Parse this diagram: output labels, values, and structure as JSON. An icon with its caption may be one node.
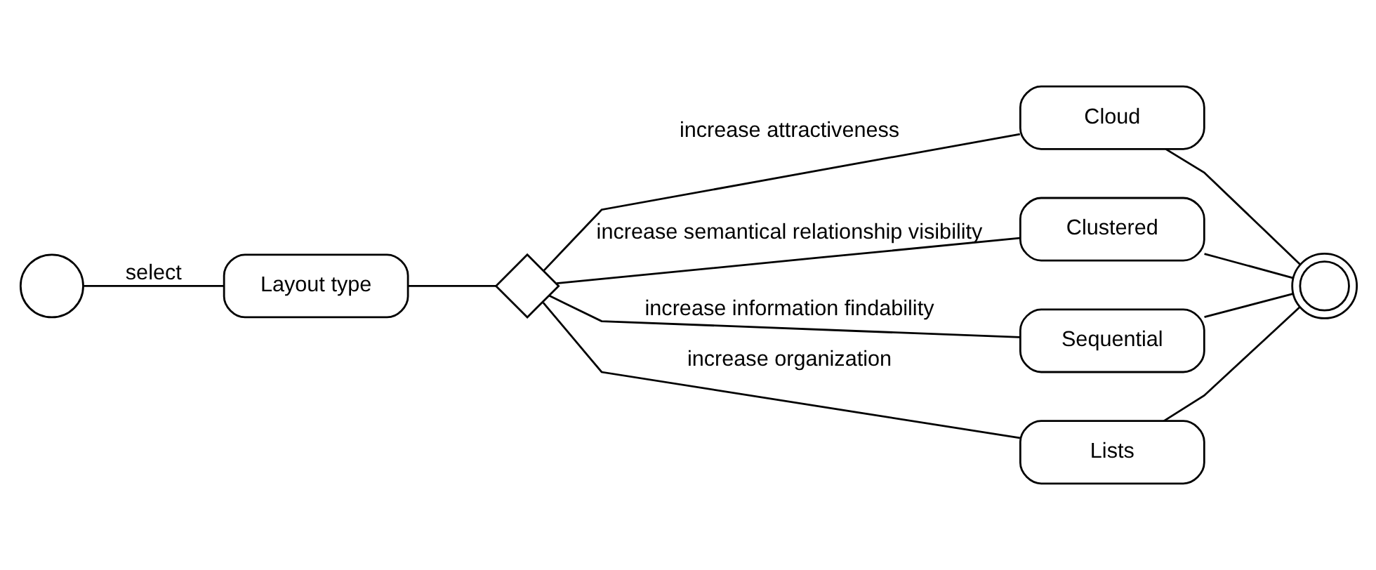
{
  "diagram": {
    "nodes": [
      {
        "text": [],
        "shape": "circle"
      },
      {
        "text": [
          "Layout type"
        ]
      },
      {
        "text": [],
        "shape": "diamond"
      },
      {
        "text": [
          "Cloud"
        ]
      },
      {
        "text": [
          "Clustered"
        ]
      },
      {
        "text": [
          "Sequential"
        ]
      },
      {
        "text": [
          "Lists"
        ]
      },
      {
        "text": [],
        "shape": "circle"
      }
    ],
    "edges": [
      {
        "from": 0,
        "to": 1,
        "arrow": "none",
        "label": "select"
      },
      {
        "from": 1,
        "to": 2,
        "arrow": "none"
      },
      {
        "from": 2,
        "to": 3,
        "arrow": "none",
        "label": "increase attractiveness"
      },
      {
        "from": 2,
        "to": 4,
        "arrow": "none",
        "label": "increase semantical relationship visibility"
      },
      {
        "from": 2,
        "to": 5,
        "arrow": "none",
        "label": "increase information findability"
      },
      {
        "from": 2,
        "to": 6,
        "arrow": "none",
        "label": "increase organization"
      },
      {
        "from": 3,
        "to": 7,
        "arrow": "none"
      },
      {
        "from": 4,
        "to": 7,
        "arrow": "none"
      },
      {
        "from": 5,
        "to": 7,
        "arrow": "none"
      },
      {
        "from": 6,
        "to": 7,
        "arrow": "none"
      }
    ]
  }
}
